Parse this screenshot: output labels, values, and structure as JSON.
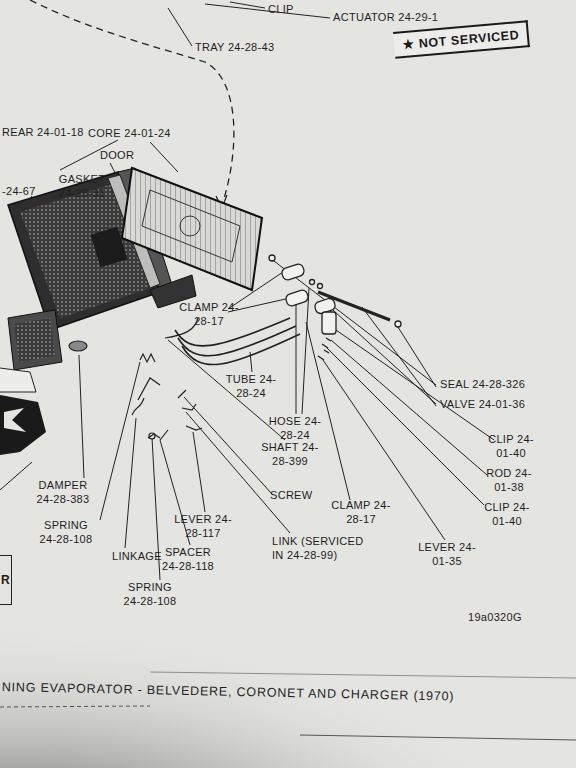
{
  "diagram": {
    "caption": "NING EVAPORATOR - BELVEDERE, CORONET AND CHARGER (1970)",
    "nodes": [
      {
        "text": [
          "★ NOT SERVICED"
        ]
      },
      {
        "text": [
          "R"
        ]
      }
    ],
    "labels": [
      "CLIP",
      "ACTUATOR 24-29-1",
      "TRAY 24-28-43",
      "REAR 24-01-18",
      "CORE 24-01-24",
      "DOOR",
      "-24-67",
      "GASKET 24-28-31",
      "CLAMP 24-28-17",
      "TUBE 24-28-24",
      "HOSE 24-28-24",
      "SHAFT 24-28-399",
      "SCREW",
      "SEAL 24-28-326",
      "VALVE 24-01-36",
      "CLIP 24-01-40",
      "ROD 24-01-38",
      "CLIP 24-01-40",
      "CLAMP 24-28-17",
      "LEVER 24-01-35",
      "LEVER 24-28-117",
      "DAMPER 24-28-383",
      "SPRING 24-28-108",
      "LINKAGE",
      "SPACER 24-28-118",
      "SPRING 24-28-108",
      "LINK (SERVICED IN 24-28-99)",
      "19a0320G"
    ]
  }
}
